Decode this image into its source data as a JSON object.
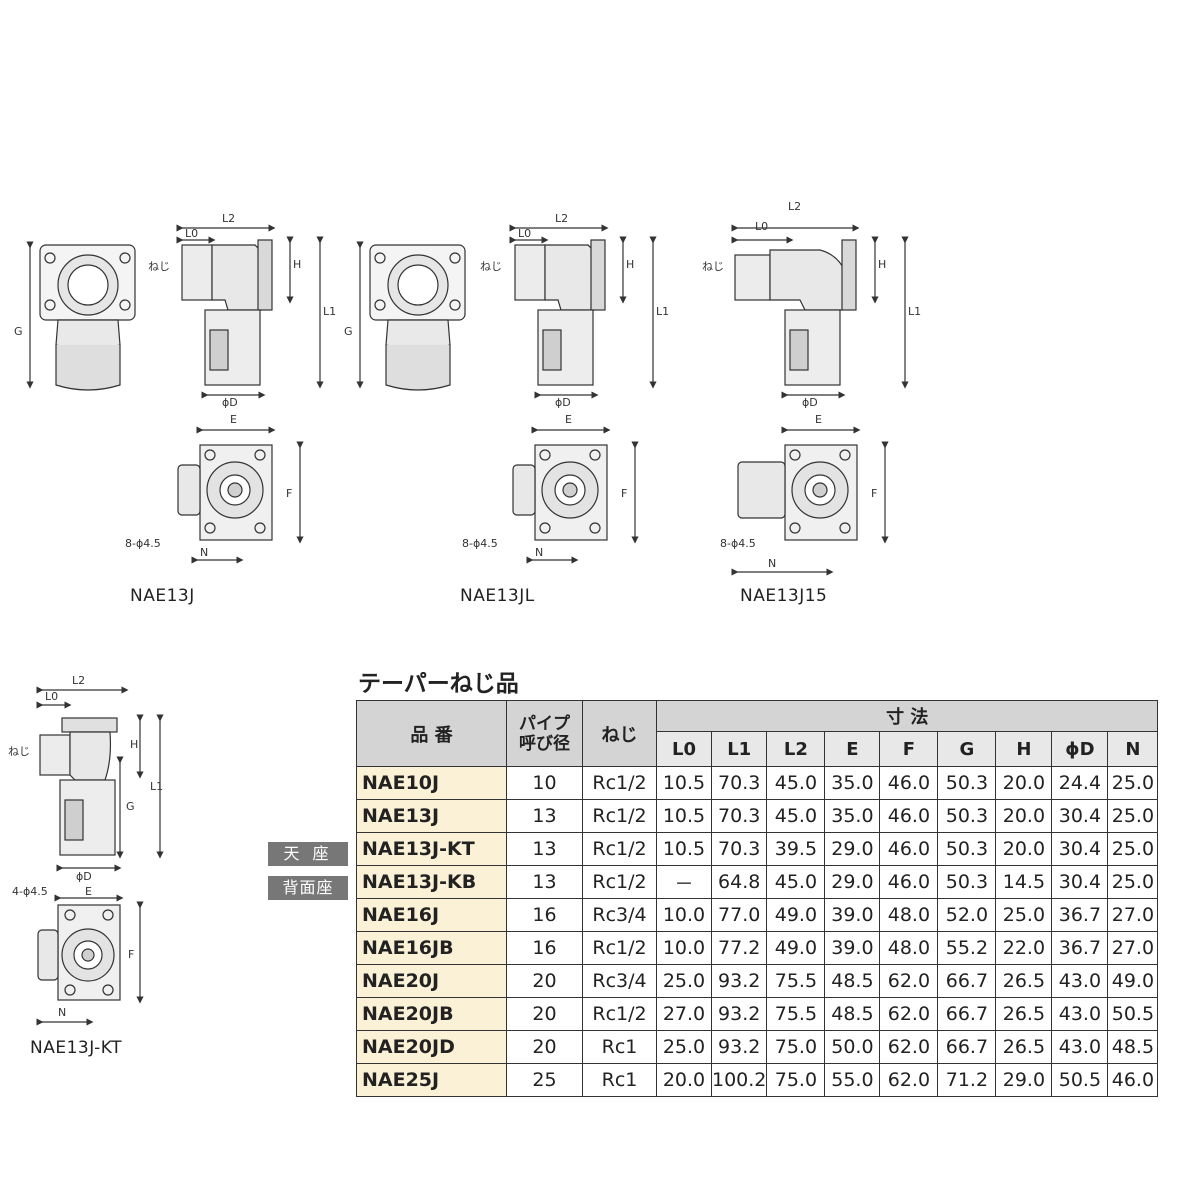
{
  "captions": {
    "drawing1": "NAE13J",
    "drawing2": "NAE13JL",
    "drawing3": "NAE13J15",
    "drawing4": "NAE13J-KT"
  },
  "dim_labels": {
    "l0": "L0",
    "l1": "L1",
    "l2": "L2",
    "e": "E",
    "f": "F",
    "g": "G",
    "h": "H",
    "phi_d": "ϕD",
    "n": "N",
    "thread": "ねじ",
    "holes8": "8-ϕ4.5",
    "holes4": "4-ϕ4.5"
  },
  "table": {
    "title": "テーパーねじ品",
    "head_model": "品 番",
    "head_pipe": "パイプ 呼び径",
    "head_thread": "ねじ",
    "head_dims": "寸 法",
    "dim_cols": [
      "L0",
      "L1",
      "L2",
      "E",
      "F",
      "G",
      "H",
      "ϕD",
      "N"
    ],
    "rows": [
      {
        "model": "NAE10J",
        "pipe": "10",
        "thread": "Rc1/2",
        "vals": [
          "10.5",
          "70.3",
          "45.0",
          "35.0",
          "46.0",
          "50.3",
          "20.0",
          "24.4",
          "25.0"
        ]
      },
      {
        "model": "NAE13J",
        "pipe": "13",
        "thread": "Rc1/2",
        "vals": [
          "10.5",
          "70.3",
          "45.0",
          "35.0",
          "46.0",
          "50.3",
          "20.0",
          "30.4",
          "25.0"
        ]
      },
      {
        "model": "NAE13J-KT",
        "pipe": "13",
        "thread": "Rc1/2",
        "vals": [
          "10.5",
          "70.3",
          "39.5",
          "29.0",
          "46.0",
          "50.3",
          "20.0",
          "30.4",
          "25.0"
        ]
      },
      {
        "model": "NAE13J-KB",
        "pipe": "13",
        "thread": "Rc1/2",
        "vals": [
          "－",
          "64.8",
          "45.0",
          "29.0",
          "46.0",
          "50.3",
          "14.5",
          "30.4",
          "25.0"
        ]
      },
      {
        "model": "NAE16J",
        "pipe": "16",
        "thread": "Rc3/4",
        "vals": [
          "10.0",
          "77.0",
          "49.0",
          "39.0",
          "48.0",
          "52.0",
          "25.0",
          "36.7",
          "27.0"
        ]
      },
      {
        "model": "NAE16JB",
        "pipe": "16",
        "thread": "Rc1/2",
        "vals": [
          "10.0",
          "77.2",
          "49.0",
          "39.0",
          "48.0",
          "55.2",
          "22.0",
          "36.7",
          "27.0"
        ]
      },
      {
        "model": "NAE20J",
        "pipe": "20",
        "thread": "Rc3/4",
        "vals": [
          "25.0",
          "93.2",
          "75.5",
          "48.5",
          "62.0",
          "66.7",
          "26.5",
          "43.0",
          "49.0"
        ]
      },
      {
        "model": "NAE20JB",
        "pipe": "20",
        "thread": "Rc1/2",
        "vals": [
          "27.0",
          "93.2",
          "75.5",
          "48.5",
          "62.0",
          "66.7",
          "26.5",
          "43.0",
          "50.5"
        ]
      },
      {
        "model": "NAE20JD",
        "pipe": "20",
        "thread": "Rc1",
        "vals": [
          "25.0",
          "93.2",
          "75.0",
          "50.0",
          "62.0",
          "66.7",
          "26.5",
          "43.0",
          "48.5"
        ]
      },
      {
        "model": "NAE25J",
        "pipe": "25",
        "thread": "Rc1",
        "vals": [
          "20.0",
          "100.2",
          "75.0",
          "55.0",
          "62.0",
          "71.2",
          "29.0",
          "50.5",
          "46.0"
        ]
      }
    ]
  },
  "badges": {
    "top_seat": "天 座",
    "back_seat": "背面座"
  }
}
